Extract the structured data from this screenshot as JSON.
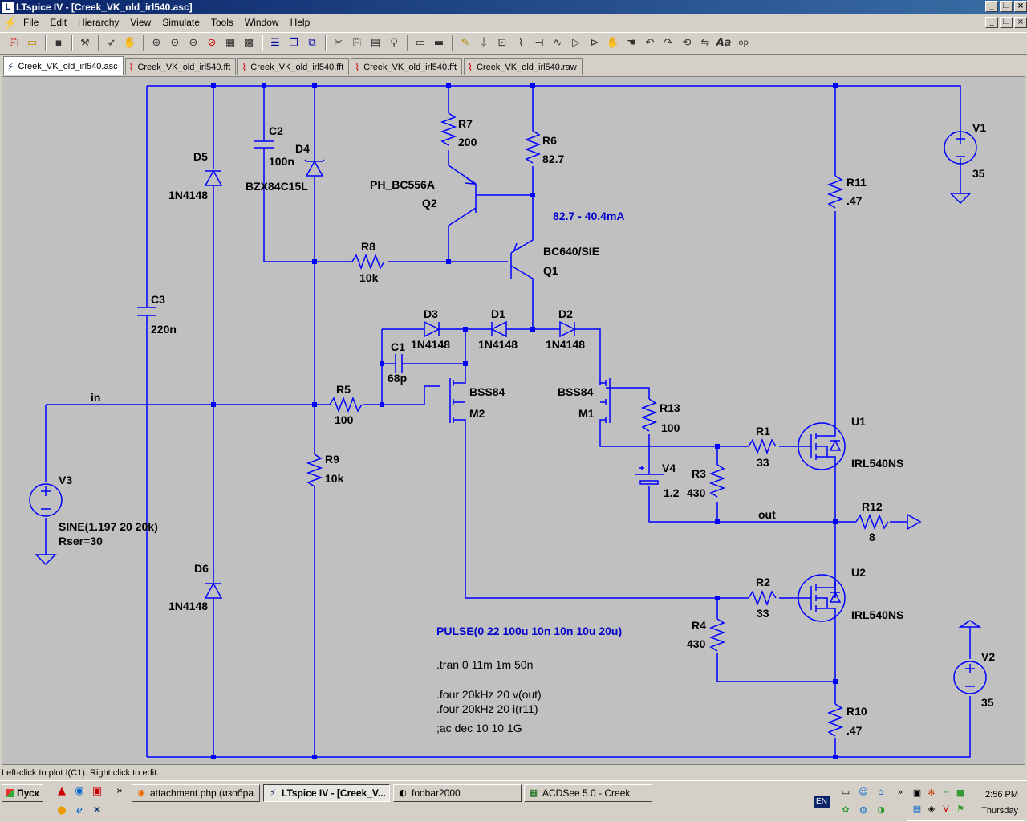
{
  "window": {
    "title": "LTspice IV - [Creek_VK_old_irl540.asc]",
    "btn_minimize": "_",
    "btn_restore": "❐",
    "btn_close": "×"
  },
  "menu": [
    "File",
    "Edit",
    "Hierarchy",
    "View",
    "Simulate",
    "Tools",
    "Window",
    "Help"
  ],
  "toolbar_icons": [
    "new-schematic",
    "open",
    "save",
    "control-panel",
    "run",
    "halt",
    "zoom-in",
    "pan",
    "zoom-out",
    "zoom-cancel",
    "autoscale",
    "zoom-extents",
    "tile-h",
    "cascade",
    "close-all",
    "cut",
    "copy",
    "paste",
    "find",
    "print-preview",
    "print",
    "draw-wire",
    "ground",
    "label-net",
    "resistor",
    "capacitor",
    "inductor",
    "diode",
    "component",
    "move",
    "drag",
    "undo",
    "redo",
    "rotate",
    "mirror",
    "text",
    "spice-directive"
  ],
  "tabs": [
    {
      "label": "Creek_VK_old_irl540.asc",
      "active": true
    },
    {
      "label": "Creek_VK_old_irl540.fft",
      "active": false
    },
    {
      "label": "Creek_VK_old_irl540.fft",
      "active": false
    },
    {
      "label": "Creek_VK_old_irl540.fft",
      "active": false
    },
    {
      "label": "Creek_VK_old_irl540.raw",
      "active": false
    }
  ],
  "schematic": {
    "colors": {
      "wire": "#0000ff",
      "label": "#000000",
      "directive": "#0000cc",
      "background": "#c0c0c0"
    },
    "components": {
      "C2": {
        "ref": "C2",
        "value": "100n"
      },
      "D4": {
        "ref": "D4",
        "value": "BZX84C15L"
      },
      "D5": {
        "ref": "D5",
        "value": "1N4148"
      },
      "R7": {
        "ref": "R7",
        "value": "200"
      },
      "R6": {
        "ref": "R6",
        "value": "82.7"
      },
      "Q2": {
        "ref": "Q2",
        "value": "PH_BC556A"
      },
      "R8": {
        "ref": "R8",
        "value": "10k"
      },
      "Q1": {
        "ref": "Q1",
        "value": "BC640/SIE"
      },
      "D3": {
        "ref": "D3",
        "value": "1N4148"
      },
      "D1": {
        "ref": "D1",
        "value": "1N4148"
      },
      "D2": {
        "ref": "D2",
        "value": "1N4148"
      },
      "C1": {
        "ref": "C1",
        "value": "68p"
      },
      "C3": {
        "ref": "C3",
        "value": "220n"
      },
      "R5": {
        "ref": "R5",
        "value": "100"
      },
      "M2": {
        "ref": "M2",
        "value": "BSS84"
      },
      "M1": {
        "ref": "M1",
        "value": "BSS84"
      },
      "R13": {
        "ref": "R13",
        "value": "100"
      },
      "R9": {
        "ref": "R9",
        "value": "10k"
      },
      "V3": {
        "ref": "V3",
        "value": "SINE(1.197 20 20k)",
        "value2": "Rser=30"
      },
      "V4": {
        "ref": "V4",
        "value": "1.2"
      },
      "R3": {
        "ref": "R3",
        "value": "430"
      },
      "R1": {
        "ref": "R1",
        "value": "33"
      },
      "U1": {
        "ref": "U1",
        "value": "IRL540NS"
      },
      "R11": {
        "ref": "R11",
        "value": ".47"
      },
      "V1": {
        "ref": "V1",
        "value": "35"
      },
      "R12": {
        "ref": "R12",
        "value": "8"
      },
      "D6": {
        "ref": "D6",
        "value": "1N4148"
      },
      "R2": {
        "ref": "R2",
        "value": "33"
      },
      "U2": {
        "ref": "U2",
        "value": "IRL540NS"
      },
      "R4": {
        "ref": "R4",
        "value": "430"
      },
      "V2": {
        "ref": "V2",
        "value": "35"
      },
      "R10": {
        "ref": "R10",
        "value": ".47"
      }
    },
    "nets": {
      "in": "in",
      "out": "out"
    },
    "annotation": "82.7 - 40.4mA",
    "directives": {
      "pulse": "PULSE(0 22 100u 10n 10n 10u 20u)",
      "tran": ".tran 0 11m 1m 50n",
      "four1": ".four 20kHz 20 v(out)",
      "four2": ".four 20kHz 20 i(r11)",
      "ac": ";ac dec 10 10 1G"
    }
  },
  "status": "Left-click to plot I(C1).  Right click to edit.",
  "taskbar": {
    "start": "Пуск",
    "tasks": [
      {
        "label": "attachment.php (изобра...",
        "active": false
      },
      {
        "label": "LTspice IV - [Creek_V...",
        "active": true
      },
      {
        "label": "foobar2000",
        "active": false
      },
      {
        "label": "ACDSee 5.0 - Creek",
        "active": false
      }
    ],
    "lang": "EN",
    "time": "2:56 PM",
    "day": "Thursday"
  }
}
